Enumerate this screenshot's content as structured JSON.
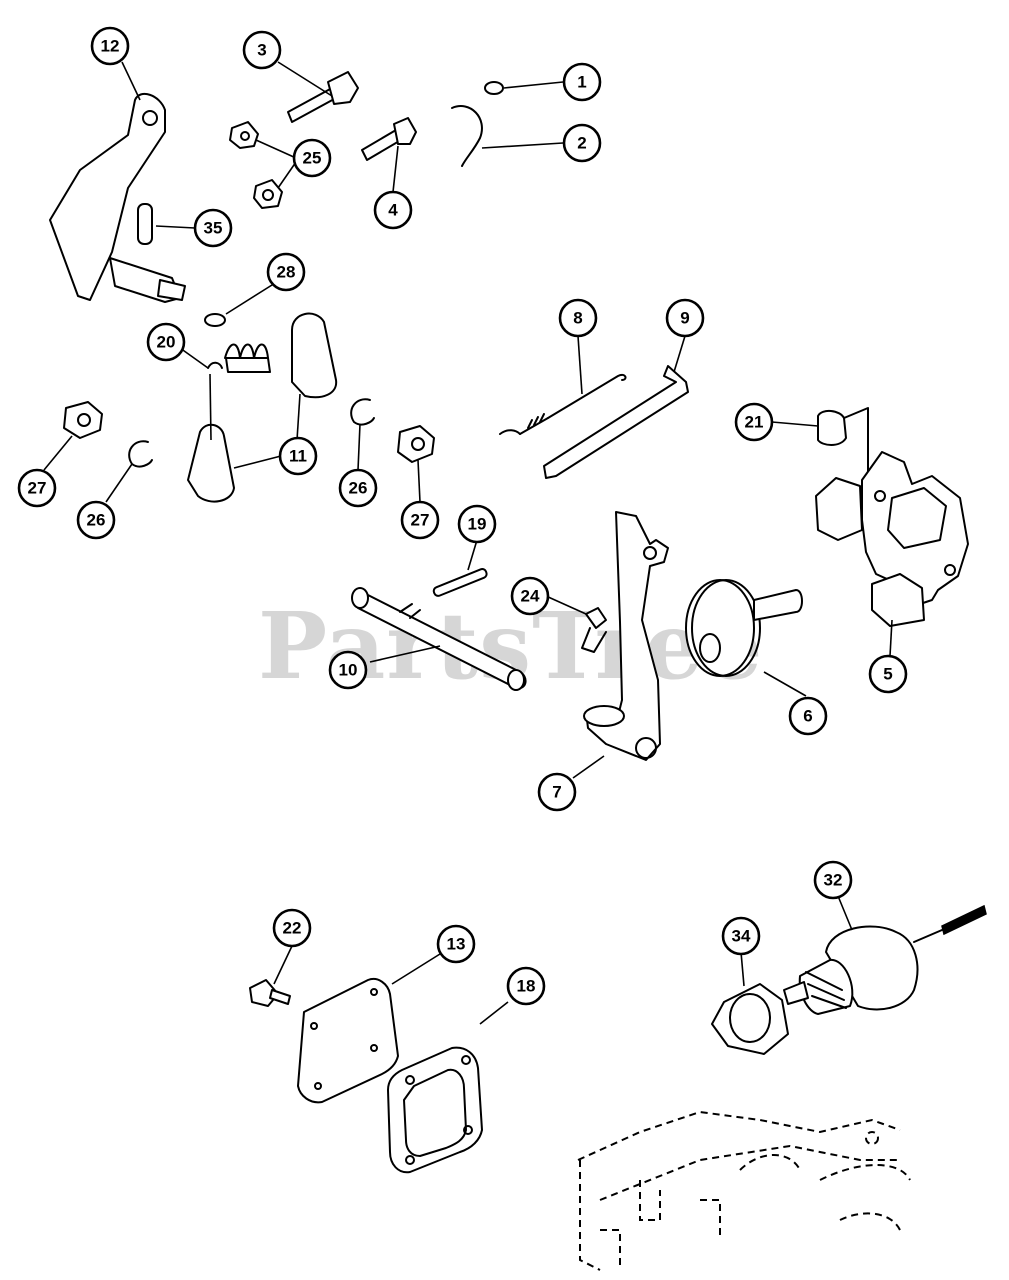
{
  "watermark": "PartsTree",
  "callouts": [
    {
      "name": "callout-12",
      "label": "12"
    },
    {
      "name": "callout-3",
      "label": "3"
    },
    {
      "name": "callout-1",
      "label": "1"
    },
    {
      "name": "callout-2",
      "label": "2"
    },
    {
      "name": "callout-25",
      "label": "25"
    },
    {
      "name": "callout-4",
      "label": "4"
    },
    {
      "name": "callout-35",
      "label": "35"
    },
    {
      "name": "callout-28",
      "label": "28"
    },
    {
      "name": "callout-20",
      "label": "20"
    },
    {
      "name": "callout-8",
      "label": "8"
    },
    {
      "name": "callout-9",
      "label": "9"
    },
    {
      "name": "callout-21",
      "label": "21"
    },
    {
      "name": "callout-11",
      "label": "11"
    },
    {
      "name": "callout-26-right",
      "label": "26"
    },
    {
      "name": "callout-27-left",
      "label": "27"
    },
    {
      "name": "callout-26-left",
      "label": "26"
    },
    {
      "name": "callout-27-right",
      "label": "27"
    },
    {
      "name": "callout-19",
      "label": "19"
    },
    {
      "name": "callout-24",
      "label": "24"
    },
    {
      "name": "callout-10",
      "label": "10"
    },
    {
      "name": "callout-5",
      "label": "5"
    },
    {
      "name": "callout-6",
      "label": "6"
    },
    {
      "name": "callout-7",
      "label": "7"
    },
    {
      "name": "callout-32",
      "label": "32"
    },
    {
      "name": "callout-22",
      "label": "22"
    },
    {
      "name": "callout-13",
      "label": "13"
    },
    {
      "name": "callout-34",
      "label": "34"
    },
    {
      "name": "callout-18",
      "label": "18"
    }
  ]
}
